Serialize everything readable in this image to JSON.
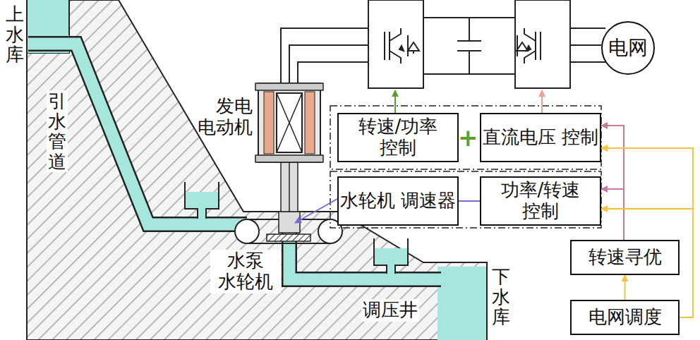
{
  "diagram": {
    "nodes": [
      {
        "text": [
          "电网"
        ]
      },
      {
        "text": [
          "转速/功率 控制"
        ]
      },
      {
        "text": [
          "直流电压 控制"
        ]
      },
      {
        "text": [
          "水轮机 调速器"
        ]
      },
      {
        "text": [
          "功率/转速 控制"
        ]
      },
      {
        "text": [
          "转速寻优"
        ]
      },
      {
        "text": [
          "电网调度"
        ]
      }
    ],
    "edges": [
      {
        "from": 6,
        "to": 5,
        "arrow": "to"
      },
      {
        "from": 5,
        "to": 2,
        "arrow": "to"
      },
      {
        "from": 5,
        "to": 4,
        "arrow": "to"
      },
      {
        "from": 6,
        "to": 2,
        "arrow": "to"
      },
      {
        "from": 6,
        "to": 4,
        "arrow": "to"
      },
      {
        "from": 4,
        "to": 3,
        "arrow": "none"
      }
    ],
    "labels": [
      "上水库",
      "引水管道",
      "发电 电动机",
      "水泵 水轮机",
      "调压井",
      "下水库",
      "+"
    ]
  }
}
